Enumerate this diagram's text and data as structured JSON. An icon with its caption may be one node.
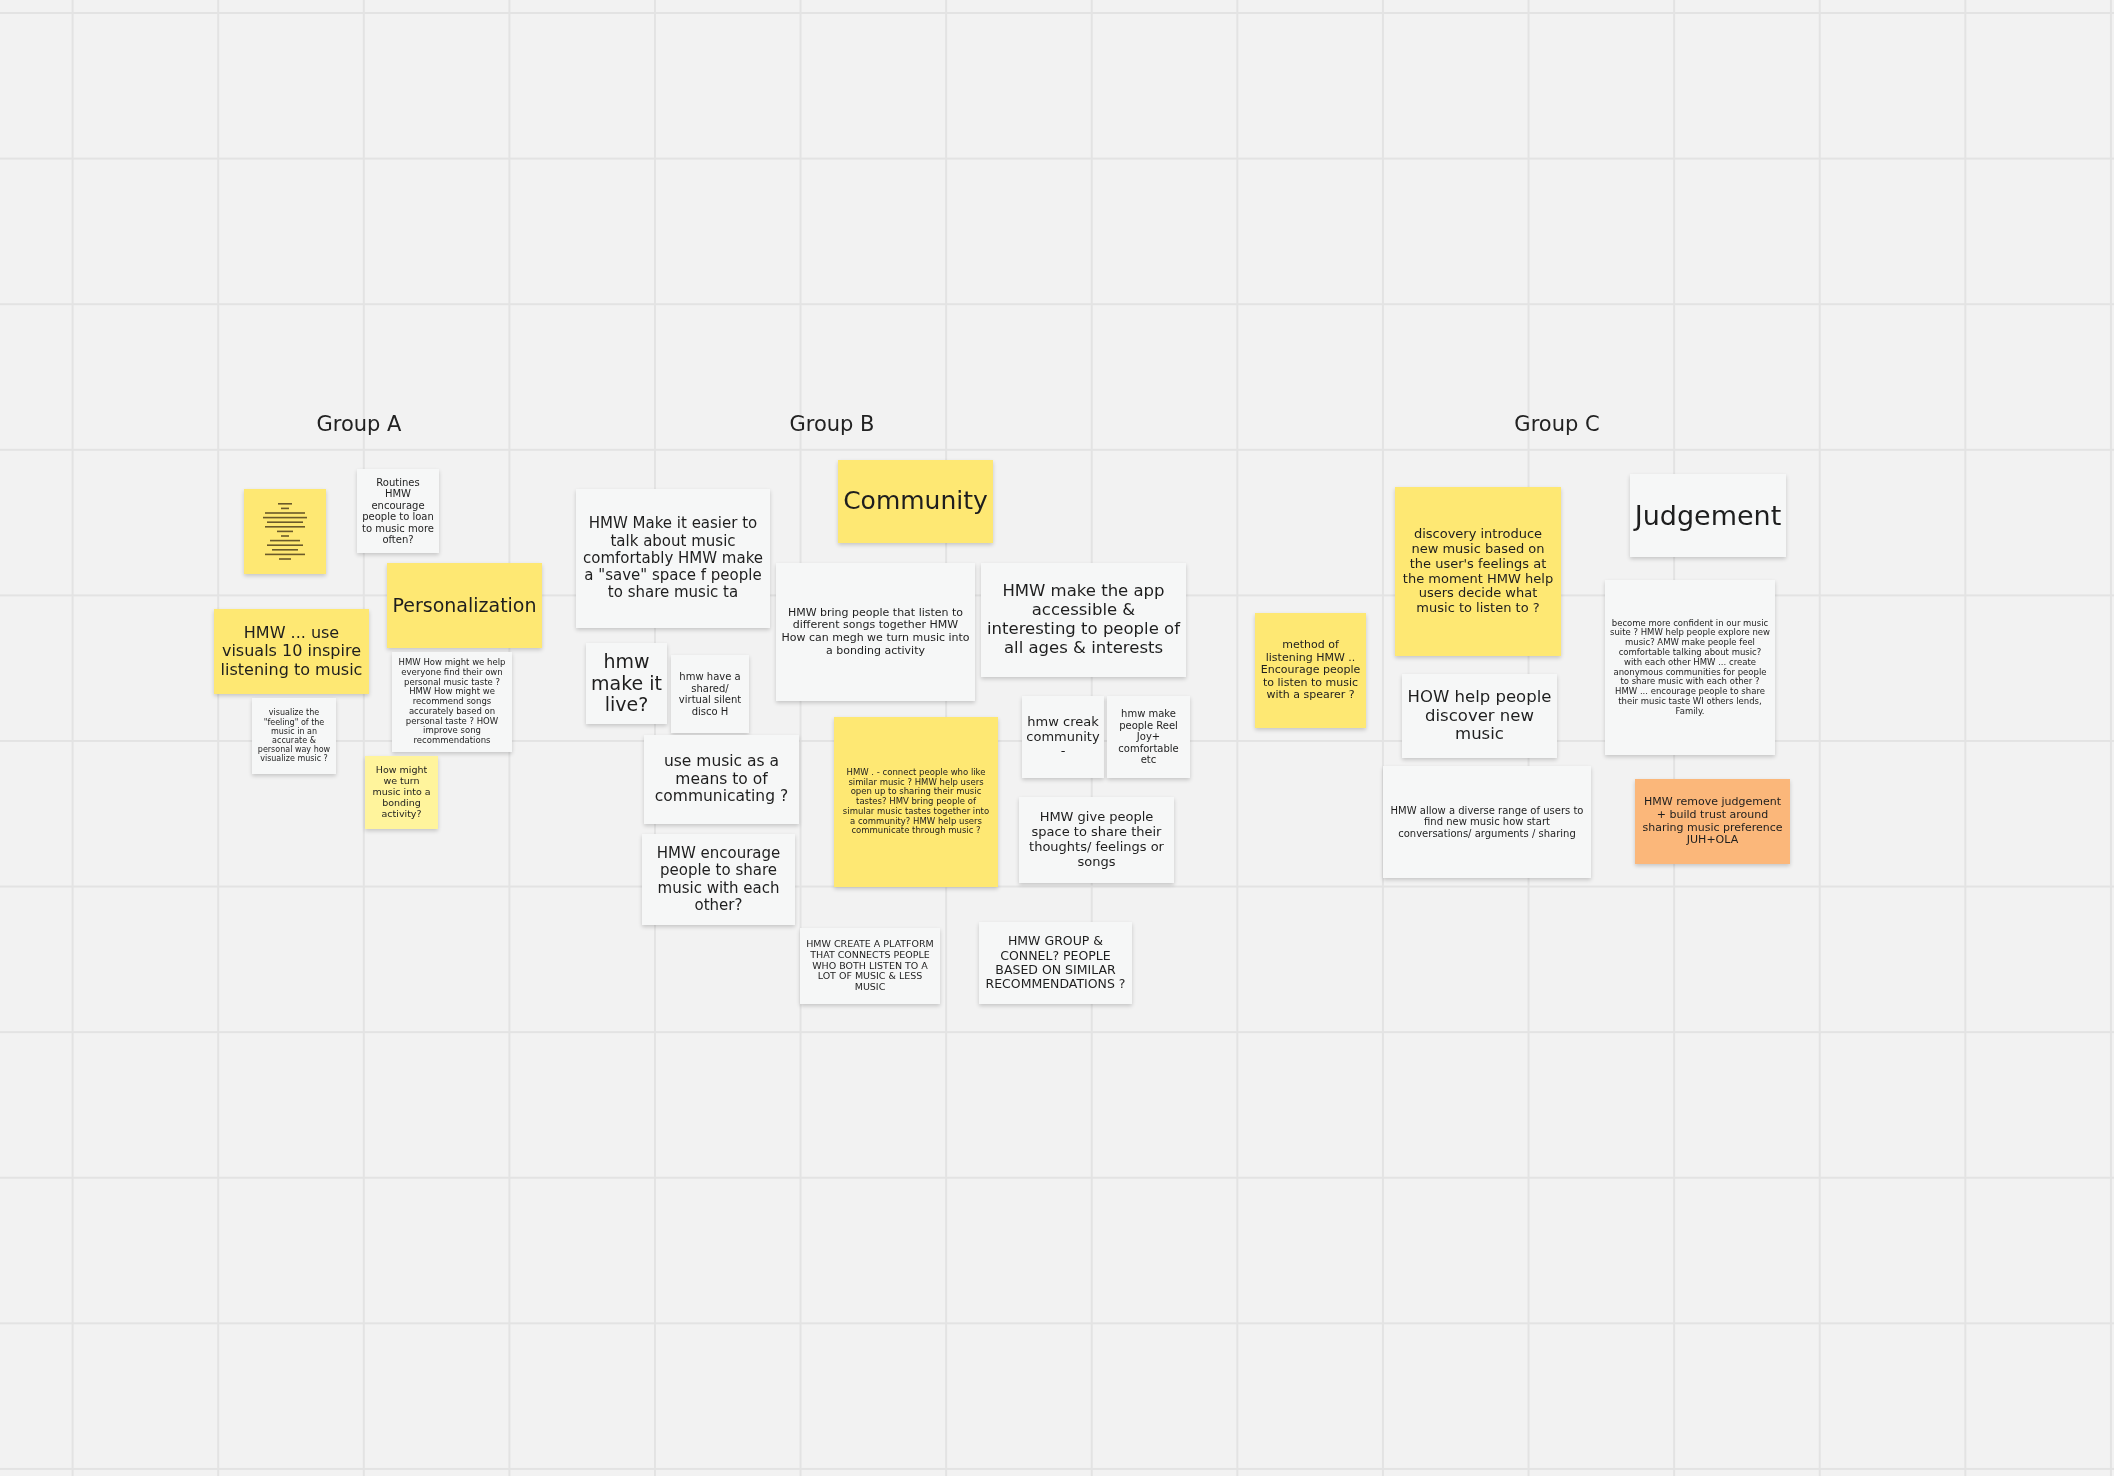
{
  "diagram": {
    "nodes": [
      {
        "text": [],
        "shape": "box"
      },
      {
        "text": [
          "Routines HMW encourage people to loan to music more often?"
        ]
      },
      {
        "text": [
          "Personalization"
        ]
      },
      {
        "text": [
          "HMW ... use visuals 10 inspire listening to music"
        ]
      },
      {
        "text": [
          "visualize the \"feeling\" of the music in an accurate & personal way how visualize music ?"
        ]
      },
      {
        "text": [
          "HMW How might we help everyone find their own personal music taste ? HMW How might we recommend songs accurately based on personal taste ? HOW improve song recommendations"
        ]
      },
      {
        "text": [
          "How might we turn music into a bonding activity?"
        ]
      },
      {
        "text": [
          "HMW Make it easier to talk about music comfortably HMW make a \"save\" space f people to share music ta"
        ]
      },
      {
        "text": [
          "Community"
        ]
      },
      {
        "text": [
          "HMW bring people that listen to different songs together HMW How can megh we turn music into a bonding activity"
        ]
      },
      {
        "text": [
          "HMW make the app accessible & interesting to people of all ages & interests"
        ]
      },
      {
        "text": [
          "hmw make it live?"
        ]
      },
      {
        "text": [
          "hmw have a shared/ virtual silent disco H"
        ]
      },
      {
        "text": [
          "use music as a means to of communicating ?"
        ]
      },
      {
        "text": [
          "HMW . - connect people who like similar music ? HMW help users open up to sharing their music tastes? HMV bring people of simular music tastes together into a community? HMW help users communicate through music ?"
        ]
      },
      {
        "text": [
          "hmw creak community -"
        ]
      },
      {
        "text": [
          "hmw make people Reel Joy+ comfortable etc"
        ]
      },
      {
        "text": [
          "HMW encourage people to share music with each other?"
        ]
      },
      {
        "text": [
          "HMW give people space to share their thoughts/ feelings or songs"
        ]
      },
      {
        "text": [
          "HMW CREATE A PLATFORM THAT CONNECTS PEOPLE WHO BOTH LISTEN TO A LOT OF MUSIC & LESS MUSIC"
        ]
      },
      {
        "text": [
          "HMW GROUP & CONNEL? PEOPLE BASED ON SIMILAR RECOMMENDATIONS ?"
        ]
      },
      {
        "text": [
          "method of listening HMW .. Encourage people to listen to music with a spearer ?"
        ]
      },
      {
        "text": [
          "discovery introduce new music based on the user's feelings at the moment HMW help users decide what music to listen to ?"
        ]
      },
      {
        "text": [
          "Judgement"
        ]
      },
      {
        "text": [
          "become more confident in our music suite ? HMW help people explore new music? AMW make people feel comfortable talking about music? with each other HMW ... create anonymous communities for people to share music with each other ? HMW ... encourage people to share their music taste WI others lends, Family."
        ]
      },
      {
        "text": [
          "HOW help people discover new music"
        ]
      },
      {
        "text": [
          "HMW allow a diverse range of users to find new music how start conversations/ arguments / sharing"
        ]
      },
      {
        "text": [
          "HMW remove judgement + build trust around sharing music preference JUH+OLA"
        ]
      }
    ],
    "labels": [
      "Group A",
      "Group B",
      "Group C"
    ]
  }
}
